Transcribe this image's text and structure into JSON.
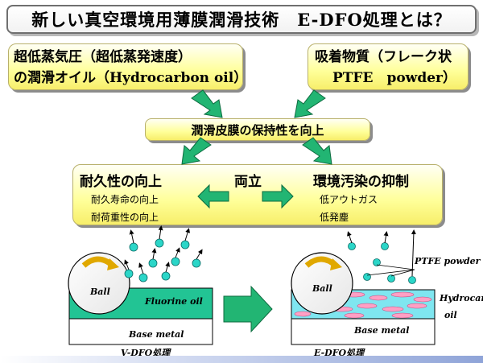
{
  "title": "新しい真空環境用薄膜潤滑技術　E-DFO処理とは？",
  "box_left": {
    "line1": "超低蒸気圧（超低蒸発速度）",
    "line2": "の潤滑オイル（Hydrocarbon oil）"
  },
  "box_right": {
    "line1": "吸着物質（フレーク状",
    "line2": "PTFE　powder）"
  },
  "box_middle": "潤滑皮膜の保持性を向上",
  "box_bottom": {
    "left_heading": "耐久性の向上",
    "center_heading": "両立",
    "right_heading": "環境汚染の抑制",
    "left_items": [
      "耐久寿命の向上",
      "耐荷重性の向上"
    ],
    "right_items": [
      "低アウトガス",
      "低発塵"
    ]
  },
  "diagram_left": {
    "ball": "Ball",
    "layer": "Fluorine oil",
    "base": "Base metal",
    "caption": "V-DFO処理"
  },
  "diagram_right": {
    "ball": "Ball",
    "powder": "PTFE powder",
    "oil_line1": "Hydrocarbon",
    "oil_line2": "oil",
    "base": "Base metal",
    "caption": "E-DFO処理"
  },
  "colors": {
    "box_yellow": "#ffff99",
    "arrow_green": "#1fae6e",
    "oil_green": "#22c494",
    "particle_cyan": "#2bd6c8",
    "ptfe_pink": "#ff9fc4"
  }
}
